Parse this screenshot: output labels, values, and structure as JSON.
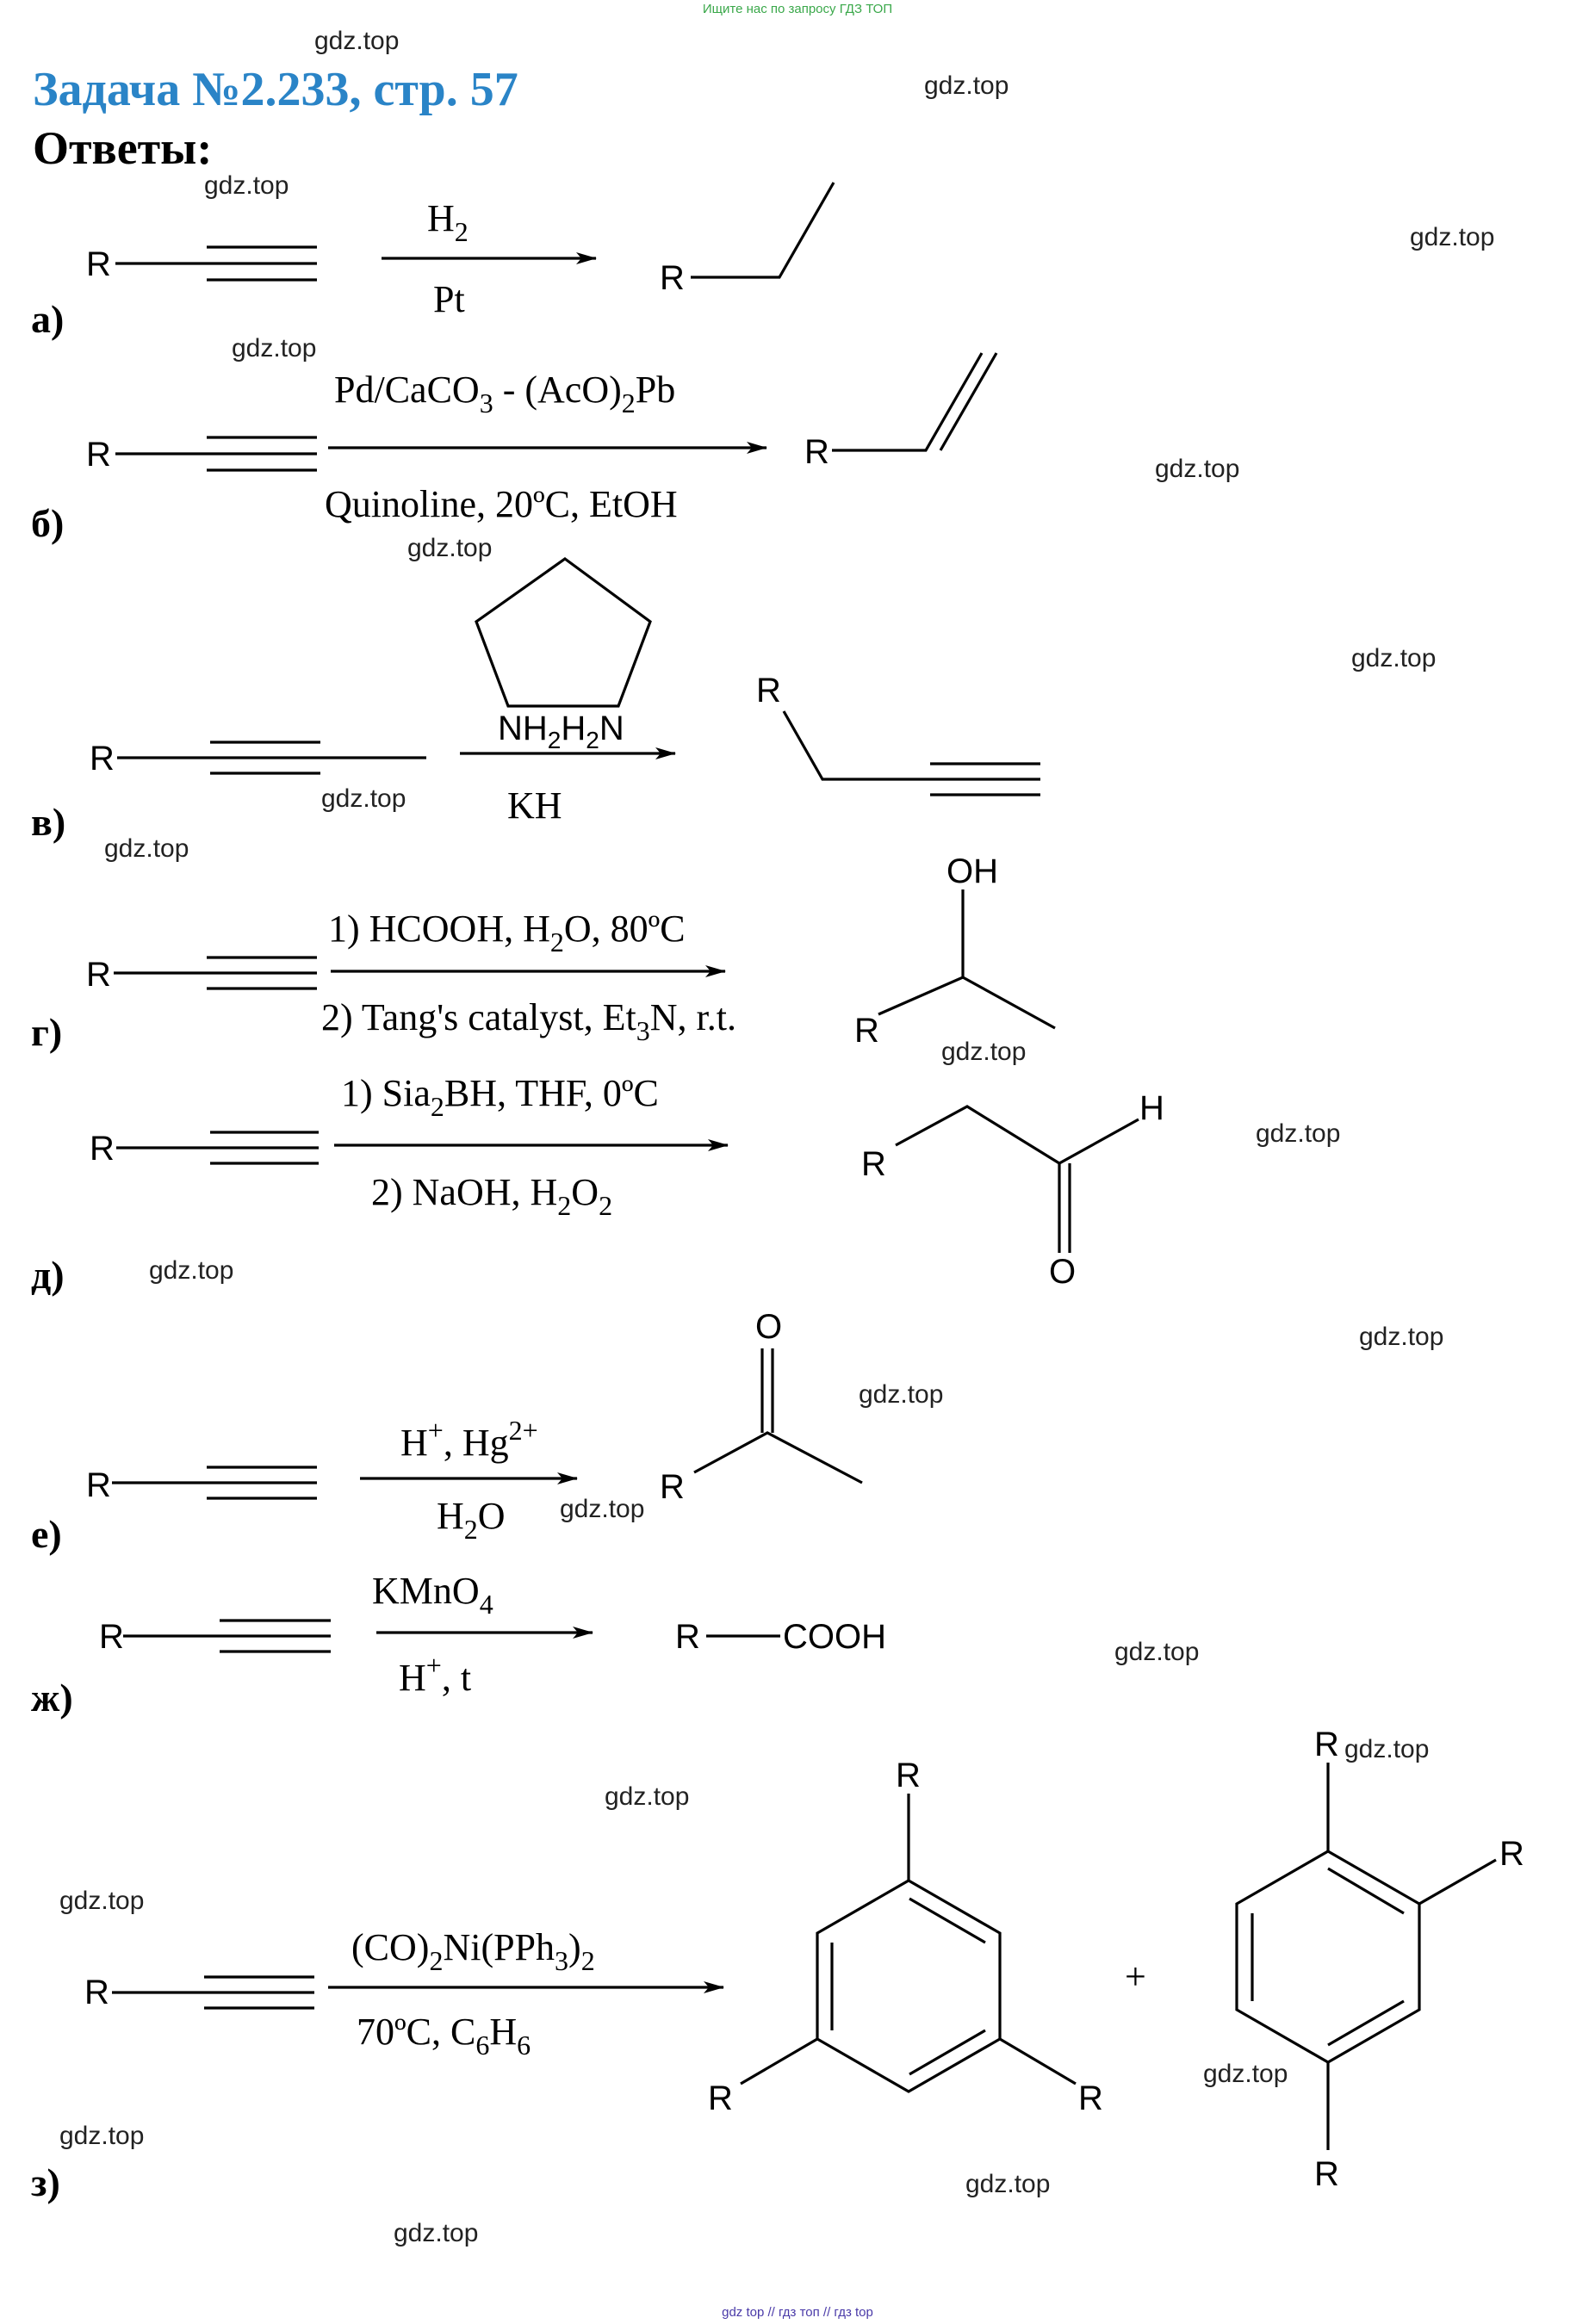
{
  "top_banner": "Ищите нас по запросу ГДЗ ТОП",
  "bottom_banner": "gdz top // гдз топ // гдз top",
  "title": "Задача №2.233, стр. 57",
  "subtitle": "Ответы:",
  "watermark": "gdz.top",
  "colors": {
    "title": "#2a84c7",
    "banner": "#3aa84a",
    "ink": "#000000",
    "watermark": "#222222"
  },
  "r": "R",
  "reactions": {
    "a": {
      "label": "а)",
      "top": [
        "H",
        "2",
        ""
      ],
      "bottom": "Pt"
    },
    "b": {
      "label": "б)",
      "top": [
        "Pd/CaCO",
        "3",
        " - (AcO)",
        "2",
        "Pb"
      ],
      "bottom": "Quinoline, 20ºC, EtOH"
    },
    "v": {
      "label": "в)",
      "reagent": [
        "NH",
        "2",
        "H",
        "2",
        "N"
      ],
      "bottom": "KH"
    },
    "g": {
      "label": "г)",
      "top": [
        "1) HCOOH, H",
        "2",
        "O, 80ºC"
      ],
      "bottom": "2) Tang's catalyst, Et",
      "bottom_sub": "3",
      "bottom_tail": "N, r.t.",
      "oh": "OH"
    },
    "d": {
      "label": "д)",
      "top": [
        "1) Sia",
        "2",
        "BH, THF, 0ºC"
      ],
      "bottom": [
        "2) NaOH, H",
        "2",
        "O",
        "2",
        ""
      ],
      "h": "H",
      "o": "O"
    },
    "e": {
      "label": "е)",
      "top": [
        "H",
        "+",
        ", Hg",
        "2+",
        ""
      ],
      "bottom": [
        "H",
        "2",
        "O"
      ],
      "o": "O"
    },
    "zh": {
      "label": "ж)",
      "top": [
        "KMnO",
        "4",
        ""
      ],
      "bottom": [
        "H",
        "+",
        ", t"
      ],
      "product": "COOH"
    },
    "z": {
      "label": "з)",
      "top": [
        "(CO)",
        "2",
        "Ni(PPh",
        "3",
        ")",
        "2",
        ""
      ],
      "bottom": [
        "70ºC, C",
        "6",
        "H",
        "6",
        ""
      ],
      "plus": "+"
    }
  }
}
